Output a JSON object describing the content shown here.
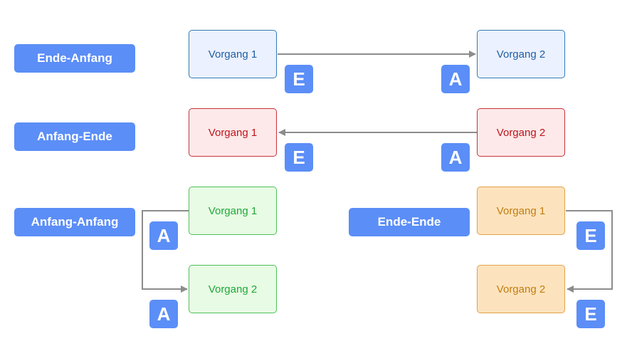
{
  "rows": {
    "ende_anfang": {
      "label": "Ende-Anfang",
      "box1": "Vorgang 1",
      "box2": "Vorgang 2",
      "badge1": "E",
      "badge2": "A"
    },
    "anfang_ende": {
      "label": "Anfang-Ende",
      "box1": "Vorgang 1",
      "box2": "Vorgang 2",
      "badge1": "E",
      "badge2": "A"
    },
    "anfang_anfang": {
      "label": "Anfang-Anfang",
      "box1": "Vorgang 1",
      "box2": "Vorgang 2",
      "badge1": "A",
      "badge2": "A"
    },
    "ende_ende": {
      "label": "Ende-Ende",
      "box1": "Vorgang 1",
      "box2": "Vorgang 2",
      "badge1": "E",
      "badge2": "E"
    }
  },
  "colors": {
    "label_bg": "#5b8ef7",
    "connector": "#8c8c8c"
  }
}
